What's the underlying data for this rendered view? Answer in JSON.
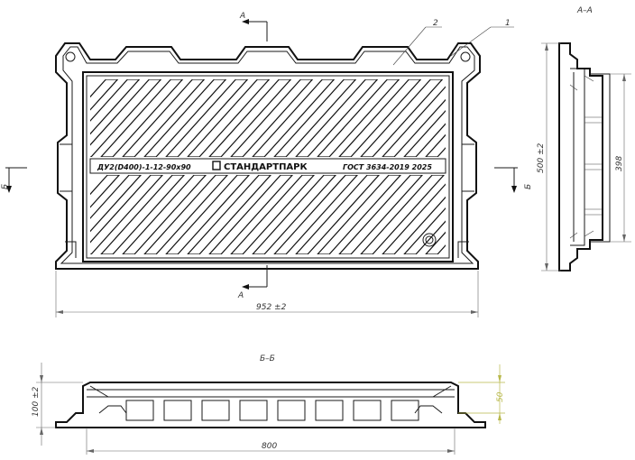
{
  "labels": {
    "section_aa_title": "А–А",
    "section_bb_title": "Б–Б",
    "cut_a": "А",
    "cut_b": "Б",
    "callout_1": "1",
    "callout_2": "2"
  },
  "plate": {
    "marking_left": "ДУ2(D400)-1-12-90х90",
    "brand": "СТАНДАРТПАРК",
    "marking_right": "ГОСТ 3634-2019 2025"
  },
  "dimensions": {
    "width_outer": "952 ±2",
    "height_outer": "500 ±2",
    "height_inner": "398",
    "height_total": "100 ±2",
    "depth_cover": "50",
    "width_inner": "800"
  },
  "colors": {
    "line": "#1a1a1a",
    "dimension": "#666666",
    "accent_dimension": "#b8b84a"
  }
}
